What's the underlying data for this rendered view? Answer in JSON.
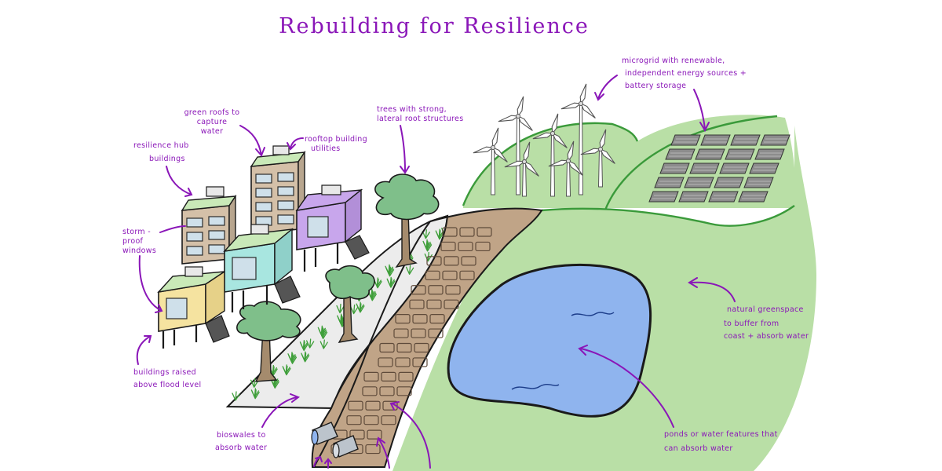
{
  "diagram": {
    "title": "Rebuilding for Resilience",
    "labels": {
      "green_roofs": [
        "green roofs to",
        "capture",
        "water"
      ],
      "rooftop_utilities": [
        "rooftop building",
        "utilities"
      ],
      "resilience_hub": [
        "resilience hub",
        "buildings"
      ],
      "storm_windows": [
        "storm -",
        "proof",
        "windows"
      ],
      "raised_buildings": [
        "buildings raised",
        "above flood level"
      ],
      "trees": [
        "trees with strong,",
        "lateral root structures"
      ],
      "microgrid": [
        "microgrid with renewable,",
        "independent energy sources +",
        "battery storage"
      ],
      "greenspace": [
        "natural greenspace",
        "to buffer from",
        "coast + absorb water"
      ],
      "ponds": [
        "ponds or water features that",
        "can absorb water"
      ],
      "bioswales": [
        "bioswales to",
        "absorb water"
      ]
    },
    "colors": {
      "label_ink": "#8a16b8",
      "grass": "#b9dfa6",
      "pond": "#8fb4ee",
      "seawall": "#c0a487",
      "building_brown": "#d4c0a8",
      "building_teal": "#a8e6e0",
      "building_purple": "#c8a6ec",
      "building_yellow": "#f5e3a0",
      "tree_canopy": "#7fbf8a",
      "solar_panel": "#8c8c8c"
    },
    "icons": [
      "wind-turbine-icon",
      "solar-panel-icon",
      "tree-icon",
      "drain-pipe-icon"
    ]
  }
}
